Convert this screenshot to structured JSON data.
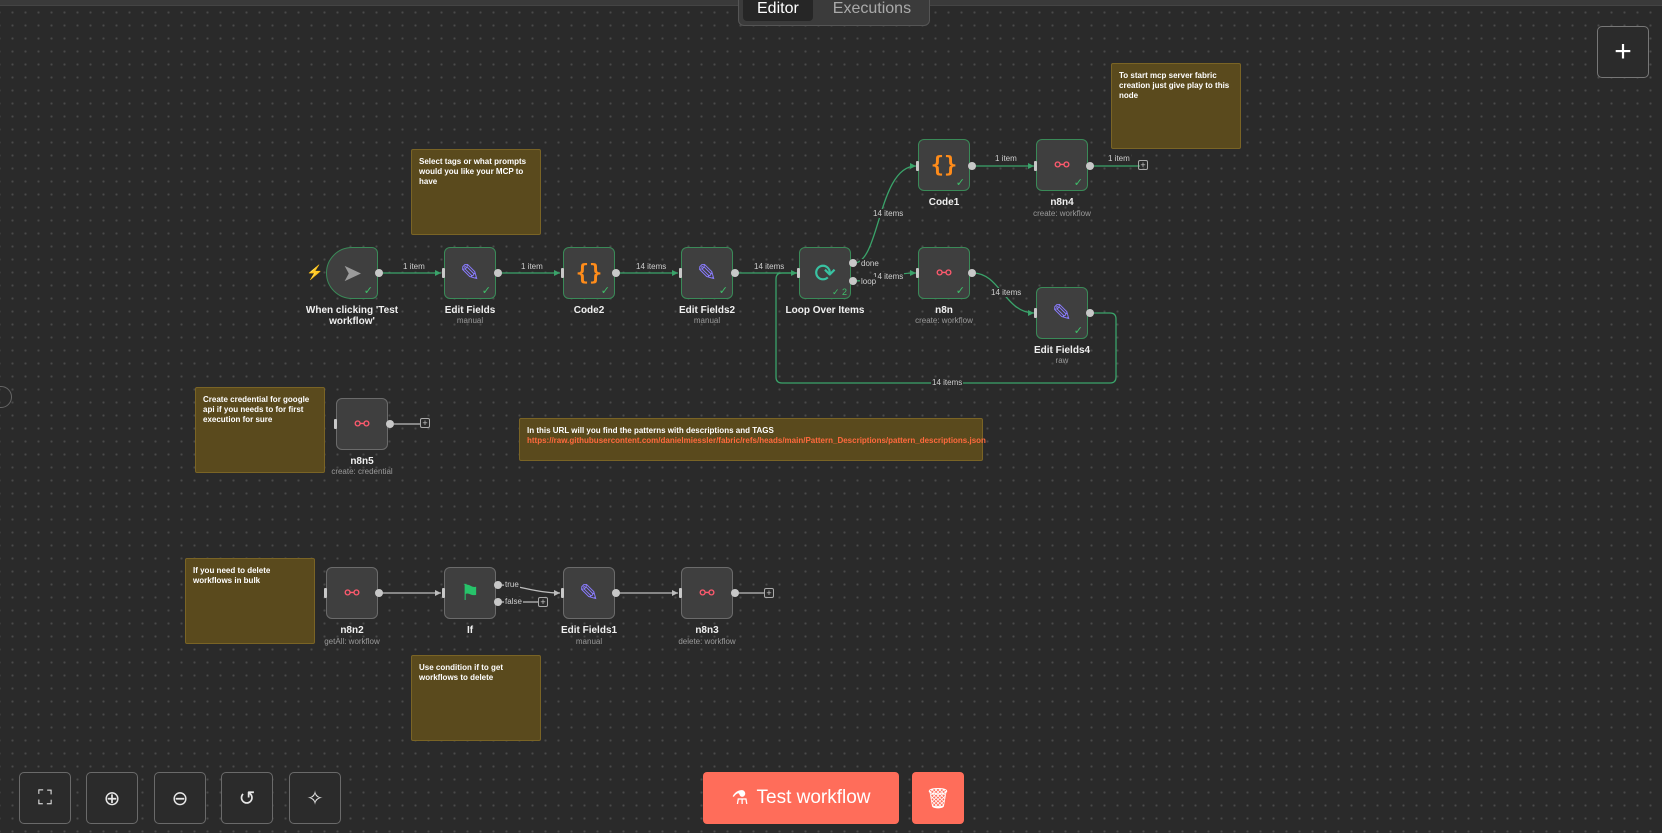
{
  "tabs": {
    "editor": "Editor",
    "executions": "Executions"
  },
  "nodes": {
    "trigger": {
      "title": "When clicking 'Test workflow'"
    },
    "edit_fields": {
      "title": "Edit Fields",
      "sub": "manual"
    },
    "code2": {
      "title": "Code2"
    },
    "edit_fields2": {
      "title": "Edit Fields2",
      "sub": "manual"
    },
    "loop": {
      "title": "Loop Over Items",
      "badge": "2",
      "out_done": "done",
      "out_loop": "loop"
    },
    "code1": {
      "title": "Code1"
    },
    "n8n4": {
      "title": "n8n4",
      "sub": "create: workflow"
    },
    "n8n": {
      "title": "n8n",
      "sub": "create: workflow"
    },
    "edit_fields4": {
      "title": "Edit Fields4",
      "sub": "raw"
    },
    "n8n5": {
      "title": "n8n5",
      "sub": "create: credential"
    },
    "n8n2": {
      "title": "n8n2",
      "sub": "getAll: workflow"
    },
    "if": {
      "title": "If",
      "out_true": "true",
      "out_false": "false"
    },
    "edit_fields1": {
      "title": "Edit Fields1",
      "sub": "manual"
    },
    "n8n3": {
      "title": "n8n3",
      "sub": "delete: workflow"
    }
  },
  "edges": {
    "e1": "1 item",
    "e2": "1 item",
    "e3": "14 items",
    "e4": "14 items",
    "e5": "14 items",
    "e6": "1 item",
    "e7": "1 item",
    "e8": "14 items",
    "e9": "14 items",
    "e10": "14 items"
  },
  "stickies": {
    "mcp_start": "To start mcp server fabric creation just give play to this node",
    "select_tags": "Select tags or what prompts would you like your MCP to have",
    "credential": "Create credential for google api if you needs to for first execution for sure",
    "url_title": "In this URL will you find the patterns with descriptions and TAGS",
    "url_link": "https://raw.githubusercontent.com/danielmiessler/fabric/refs/heads/main/Pattern_Descriptions/pattern_descriptions.json",
    "delete_bulk": "If you need to delete workflows in bulk",
    "condition": "Use condition if to get workflows to delete"
  },
  "toolbar": {
    "test_label": "Test workflow"
  },
  "icons": {
    "zoom_fit": "fit-view-icon",
    "zoom_in": "zoom-in-icon",
    "zoom_out": "zoom-out-icon",
    "reset": "reset-zoom-icon",
    "tidy": "tidy-up-icon",
    "add": "plus-icon",
    "flask": "flask-icon",
    "trash": "trash-icon"
  },
  "colors": {
    "accent": "#ff6d5a",
    "success": "#3fbf6a",
    "sticky": "#5a4a1d",
    "link": "#ff6a3d"
  }
}
